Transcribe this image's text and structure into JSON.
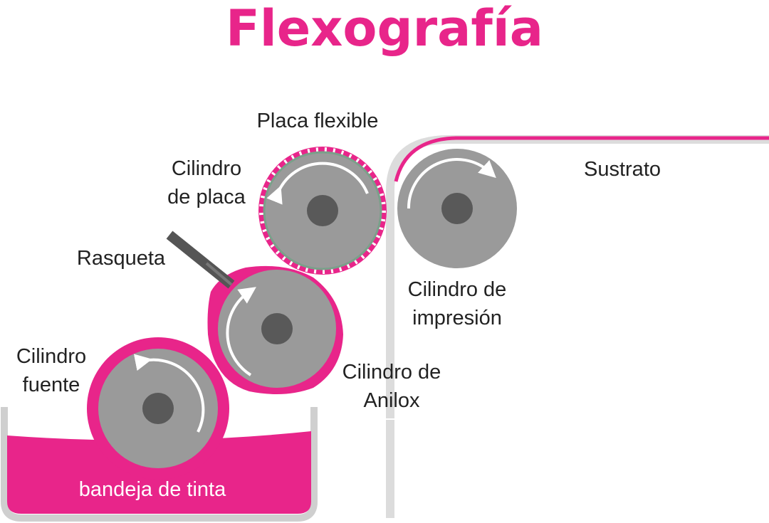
{
  "title": "Flexografía",
  "labels": {
    "placa_flexible": "Placa flexible",
    "cilindro_placa_1": "Cilindro",
    "cilindro_placa_2": "de placa",
    "sustrato": "Sustrato",
    "rasqueta": "Rasqueta",
    "cilindro_impresion_1": "Cilindro de",
    "cilindro_impresion_2": "impresión",
    "cilindro_fuente_1": "Cilindro",
    "cilindro_fuente_2": "fuente",
    "cilindro_anilox_1": "Cilindro de",
    "cilindro_anilox_2": "Anilox",
    "bandeja": "bandeja de tinta"
  },
  "colors": {
    "accent": "#e8258a",
    "cylinder": "#9a9a9a",
    "hub": "#595959",
    "tray": "#cfcfcf",
    "substrate": "#dcdcdc"
  }
}
